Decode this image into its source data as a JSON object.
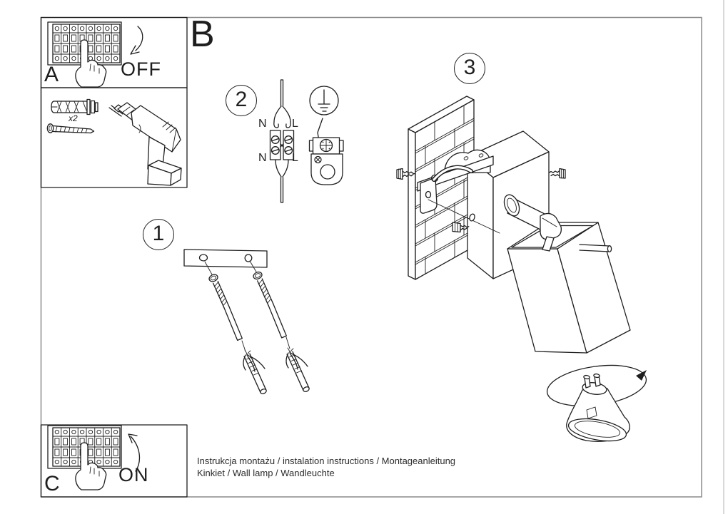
{
  "page": {
    "background": "#ffffff",
    "frame_color": "#8a8a8a",
    "line_color": "#1e1e1e"
  },
  "sections": {
    "a": {
      "label": "A",
      "action": "OFF"
    },
    "b": {
      "label": "B"
    },
    "c": {
      "label": "C",
      "action": "ON"
    }
  },
  "steps": {
    "one": {
      "number": "1"
    },
    "two": {
      "number": "2",
      "terminals": {
        "top_left": "N",
        "top_right": "L",
        "bottom_left": "N",
        "bottom_right": "L"
      }
    },
    "three": {
      "number": "3"
    }
  },
  "parts": {
    "anchor_quantity": "x2"
  },
  "footer": {
    "line1": "Instrukcja montażu / instalation instructions / Montageanleitung",
    "line2": "Kinkiet / Wall lamp / Wandleuchte"
  },
  "icons": [
    "circuit-breaker-panel-icon",
    "pointing-hand-icon",
    "curved-arrow-down-icon",
    "curved-arrow-up-icon",
    "wall-plug-icon",
    "screw-icon",
    "power-drill-icon",
    "terminal-block-icon",
    "earth-symbol-icon",
    "gu10-socket-icon",
    "mounting-strip-icon",
    "expansion-anchor-icon",
    "brick-wall-icon",
    "mounting-bracket-icon",
    "wall-lamp-icon",
    "gu10-bulb-icon",
    "rotation-arrow-icon"
  ]
}
